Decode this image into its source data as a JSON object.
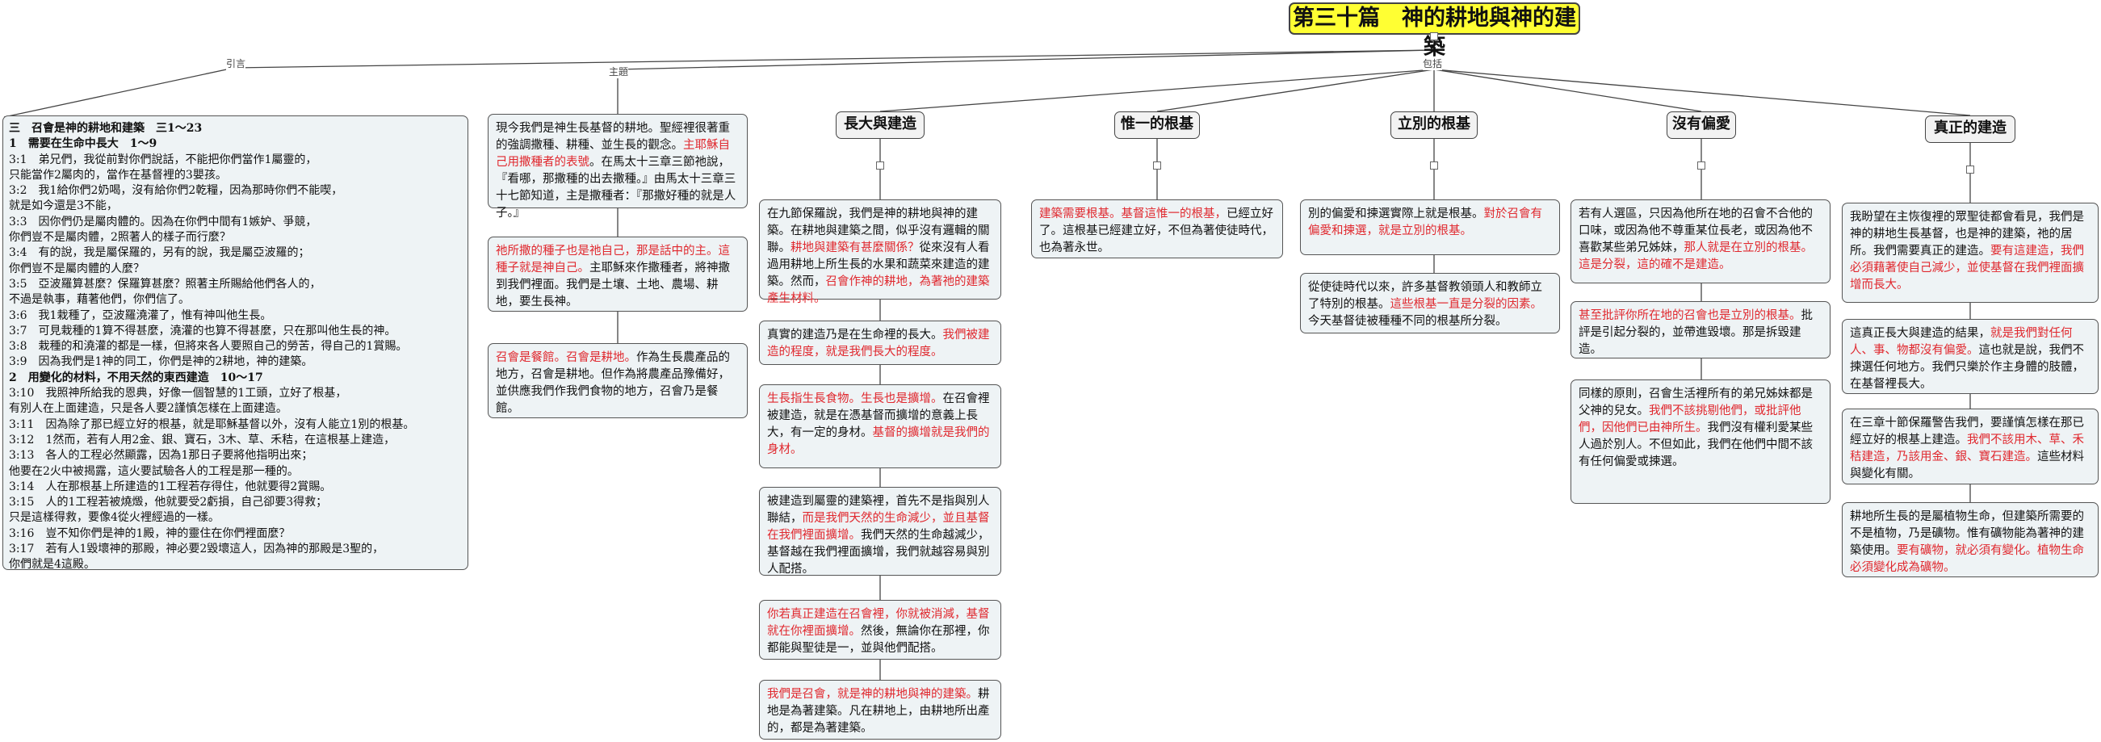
{
  "title": "第三十篇　神的耕地與神的建築",
  "labels": {
    "intro": "引言",
    "main": "主題",
    "sub": "包括"
  },
  "intro_lines": [
    {
      "t": "三　召會是神的耕地和建築　三1～23",
      "b": true
    },
    {
      "t": "1　需要在生命中長大　1～9",
      "b": true
    },
    {
      "t": "3:1　弟兄們，我從前對你們說話，不能把你們當作1屬靈的，"
    },
    {
      "t": "只能當作2屬肉的，當作在基督裡的3嬰孩。"
    },
    {
      "t": "3:2　我1給你們2奶喝，沒有給你們2乾糧，因為那時你們不能喫，"
    },
    {
      "t": "就是如今還是3不能，"
    },
    {
      "t": "3:3　因你們仍是屬肉體的。因為在你們中間有1嫉妒、爭競，"
    },
    {
      "t": "你們豈不是屬肉體，2照著人的樣子而行麼？"
    },
    {
      "t": "3:4　有的說，我是屬保羅的，另有的說，我是屬亞波羅的；"
    },
    {
      "t": "你們豈不是屬肉體的人麼？"
    },
    {
      "t": "3:5　亞波羅算甚麼？保羅算甚麼？照著主所賜給他們各人的，"
    },
    {
      "t": "不過是執事，藉著他們，你們信了。"
    },
    {
      "t": "3:6　我1栽種了，亞波羅澆灌了，惟有神叫他生長。"
    },
    {
      "t": "3:7　可見栽種的1算不得甚麼，澆灌的也算不得甚麼，只在那叫他生長的神。"
    },
    {
      "t": "3:8　栽種的和澆灌的都是一樣，但將來各人要照自己的勞苦，得自己的1賞賜。"
    },
    {
      "t": "3:9　因為我們是1神的同工，你們是神的2耕地，神的建築。"
    },
    {
      "t": "2　用變化的材料，不用天然的東西建造　10～17",
      "b": true
    },
    {
      "t": "3:10　我照神所給我的恩典，好像一個智慧的1工頭，立好了根基，"
    },
    {
      "t": "有別人在上面建造，只是各人要2謹慎怎樣在上面建造。"
    },
    {
      "t": "3:11　因為除了那已經立好的根基，就是耶穌基督以外，沒有人能立1別的根基。"
    },
    {
      "t": "3:12　1然而，若有人用2金、銀、寶石，3木、草、禾秸，在這根基上建造，"
    },
    {
      "t": "3:13　各人的工程必然顯露，因為1那日子要將他指明出來；"
    },
    {
      "t": "他要在2火中被揭露，這火要試驗各人的工程是那一種的。"
    },
    {
      "t": "3:14　人在那根基上所建造的1工程若存得住，他就要得2賞賜。"
    },
    {
      "t": "3:15　人的1工程若被燒燬，他就要受2虧損，自己卻要3得救；"
    },
    {
      "t": "只是這樣得救，要像4從火裡經過的一樣。"
    },
    {
      "t": "3:16　豈不知你們是神的1殿，神的靈住在你們裡面麼？"
    },
    {
      "t": "3:17　若有人1毀壞神的那殿，神必要2毀壞這人，因為神的那殿是3聖的，"
    },
    {
      "t": "你們就是4這殿。"
    }
  ],
  "main_box1": [
    {
      "t": "現今我們是神生長基督的耕地。聖經裡很著"
    },
    {
      "t": "重的強調撒種、耕種、並生長的觀念。"
    },
    {
      "t": "主耶",
      "r": true
    },
    {
      "t": "穌自己用撒種者的表號",
      "r": true
    },
    {
      "t": "。在馬太十三章三節"
    },
    {
      "t": "祂說，『看哪，那撒種的出去撒種。』由馬"
    },
    {
      "t": "太十三章三十七節知道，主是撒種者：『那"
    },
    {
      "t": "撒好種的就是人子。』"
    }
  ],
  "main_box2": [
    {
      "t": "祂所撒的種子也是祂自己，那是話中的主。",
      "r": true
    },
    {
      "t": "這種子就是神自己。",
      "r": true
    },
    {
      "t": "主耶穌來作撒種者，將"
    },
    {
      "t": "神撒到我們裡面。我們是土壤、土地、農場"
    },
    {
      "t": "、耕地，要生長神。"
    }
  ],
  "main_box3": [
    {
      "t": "召會是餐館。召會是耕地。",
      "r": true
    },
    {
      "t": "作為生長農產品"
    },
    {
      "t": "的地方，召會是耕地。但作為將農產品豫備"
    },
    {
      "t": "好，並供應我們作我們食物的地方，召會乃"
    },
    {
      "t": "是餐館。"
    }
  ],
  "headings": [
    "長大與建造",
    "惟一的根基",
    "立別的根基",
    "沒有偏愛",
    "真正的建造"
  ],
  "col_grow": [
    [
      {
        "t": "在九節保羅說，我們是神的耕地與神的建築"
      },
      {
        "t": "。在耕地與建築之間，似乎沒有邏輯的關聯"
      },
      {
        "t": "。"
      },
      {
        "t": "耕地與建築有甚麼關係？",
        "r": true
      },
      {
        "t": "從來沒有人看過"
      },
      {
        "t": "用耕地上所生長的水果和蔬菜來建造的建築"
      },
      {
        "t": "。然而，"
      },
      {
        "t": "召會作神的耕地，為著祂的建築產",
        "r": true
      },
      {
        "t": "生材料。",
        "r": true
      }
    ],
    [
      {
        "t": "真實的建造乃是在生命裡的長大。"
      },
      {
        "t": "我們被建",
        "r": true
      },
      {
        "t": "造的程度，就是我們長大的程度。",
        "r": true
      }
    ],
    [
      {
        "t": "生長指生長食物。生長也是擴增。",
        "r": true
      },
      {
        "t": "在召會裡"
      },
      {
        "t": "被建造，就是在憑基督而擴增的意義上長大"
      },
      {
        "t": "，有一定的身材。"
      },
      {
        "t": "基督的擴增就是我們的身",
        "r": true
      },
      {
        "t": "材。",
        "r": true
      }
    ],
    [
      {
        "t": "被建造到屬靈的建築裡，首先不是指與別人"
      },
      {
        "t": "聯結，"
      },
      {
        "t": "而是我們天然的生命減少，並且基督",
        "r": true
      },
      {
        "t": "在我們裡面擴增。",
        "r": true
      },
      {
        "t": "我們天然的生命越減少，"
      },
      {
        "t": "基督越在我們裡面擴增，我們就越容易與別"
      },
      {
        "t": "人配搭。"
      }
    ],
    [
      {
        "t": "你若真正建造在召會裡，你就被消減，基督",
        "r": true
      },
      {
        "t": "就在你裡面擴增。",
        "r": true
      },
      {
        "t": "然後，無論你在那裡，你"
      },
      {
        "t": "都能與聖徒是一，並與他們配搭。"
      }
    ],
    [
      {
        "t": "我們是召會，就是神的耕地與神的建築。",
        "r": true
      },
      {
        "t": "耕"
      },
      {
        "t": "地是為著建築。凡在耕地上，由耕地所出產"
      },
      {
        "t": "的，都是為著建築。"
      }
    ]
  ],
  "col_found": [
    [
      {
        "t": "建築需要根基。基督這惟一的根基，",
        "r": true
      },
      {
        "t": "已經立"
      },
      {
        "t": "好了。這根基已經建立好，不但為著使徒時"
      },
      {
        "t": "代，也為著永世。"
      }
    ]
  ],
  "col_other": [
    [
      {
        "t": "別的偏愛和揀選實際上就是根基。"
      },
      {
        "t": "對於召會",
        "r": true
      },
      {
        "t": "有偏愛和揀選，就是立別的根基。",
        "r": true
      }
    ],
    [
      {
        "t": "從使徒時代以來，許多基督教領頭人和教師"
      },
      {
        "t": "立了特別的根基。"
      },
      {
        "t": "這些根基一直是分裂的因",
        "r": true
      },
      {
        "t": "素。",
        "r": true
      },
      {
        "t": "今天基督徒被種種不同的根基所分裂。"
      }
    ]
  ],
  "col_pref": [
    [
      {
        "t": "若有人選區，只因為他所在地的召會不合他"
      },
      {
        "t": "的口味，或因為他不尊重某位長老，或因為"
      },
      {
        "t": "他不喜歡某些弟兄姊妹，"
      },
      {
        "t": "那人就是在立別的",
        "r": true
      },
      {
        "t": "根基。這是分裂，這的確不是建造。",
        "r": true
      }
    ],
    [
      {
        "t": "甚至批評你所在地的召會也是立別的根基。",
        "r": true
      },
      {
        "t": "批評是引起分裂的，並帶進毀壞。那是拆毀"
      },
      {
        "t": "建造。"
      }
    ],
    [
      {
        "t": "同樣的原則，召會生活裡所有的弟兄姊妹都"
      },
      {
        "t": "是父神的兒女。"
      },
      {
        "t": "我們不該挑剔他們，或批評",
        "r": true
      },
      {
        "t": "他們，因他們已由神所生。",
        "r": true
      },
      {
        "t": "我們沒有權利愛"
      },
      {
        "t": "某些人過於別人。不但如此，我們在他們中"
      },
      {
        "t": "間不該有任何偏愛或揀選。"
      }
    ]
  ],
  "col_true": [
    [
      {
        "t": "我盼望在主恢復裡的眾聖徒都會看見，我們"
      },
      {
        "t": "是神的耕地生長基督，也是神的建築，祂的"
      },
      {
        "t": "居所。我們需要真正的建造。"
      },
      {
        "t": "要有這建造，",
        "r": true
      },
      {
        "t": "我們必須藉著使自己減少，並使基督在我們",
        "r": true
      },
      {
        "t": "裡面擴增而長大。",
        "r": true
      }
    ],
    [
      {
        "t": "這真正長大與建造的結果，"
      },
      {
        "t": "就是我們對任何",
        "r": true
      },
      {
        "t": "人、事、物都沒有偏愛。",
        "r": true
      },
      {
        "t": "這也就是說，我們"
      },
      {
        "t": "不揀選任何地方。我們只樂於作主身體的肢"
      },
      {
        "t": "體，在基督裡長大。"
      }
    ],
    [
      {
        "t": "在三章十節保羅警告我們，要謹慎怎樣在那"
      },
      {
        "t": "已經立好的根基上建造。"
      },
      {
        "t": "我們不該用木、草",
        "r": true
      },
      {
        "t": "、禾秸建造，乃該用金、銀、寶石建造。",
        "r": true
      },
      {
        "t": "這"
      },
      {
        "t": "些材料與變化有關。"
      }
    ],
    [
      {
        "t": "耕地所生長的是屬植物生命，但建築所需要"
      },
      {
        "t": "的不是植物，乃是礦物。惟有礦物能為著神"
      },
      {
        "t": "的建築使用。"
      },
      {
        "t": "要有礦物，就必須有變化。植",
        "r": true
      },
      {
        "t": "物生命必須變化成為礦物。",
        "r": true
      }
    ]
  ],
  "colors": {
    "title_bg": "#ffff33",
    "box_bg": "#eef3f5",
    "accent_red": "#e0282e",
    "connector": "#444444"
  }
}
